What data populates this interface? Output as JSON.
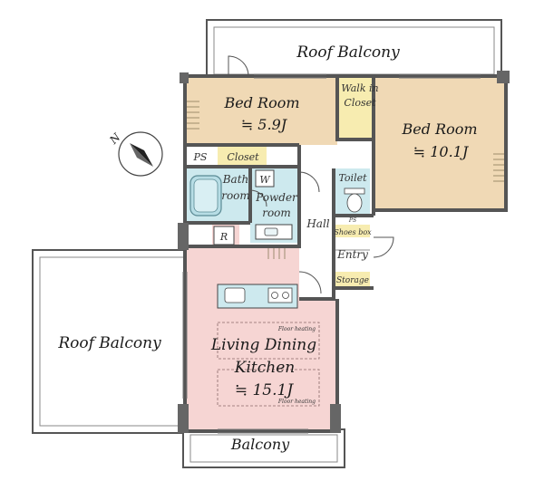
{
  "rooms": {
    "roof_balcony_top": "Roof  Balcony",
    "roof_balcony_left": "Roof  Balcony",
    "balcony_bottom": "Balcony",
    "bedroom_left": "Bed Room",
    "bedroom_left_size": "≒ 5.9J",
    "walk_in_closet_1": "Walk in",
    "walk_in_closet_2": "Closet",
    "bedroom_right": "Bed Room",
    "bedroom_right_size": "≒ 10.1J",
    "ps_top": "PS",
    "closet": "Closet",
    "bath_1": "Bath",
    "bath_2": "room",
    "washer": "W",
    "powder_1": "Powder",
    "powder_2": "room",
    "hall": "Hall",
    "toilet": "Toilet",
    "ps_small": "PS",
    "shoes_box": "Shoes box",
    "entry": "Entry",
    "storage": "Storage",
    "refrigerator": "R",
    "ldk_1": "Living Dining",
    "ldk_2": "Kitchen",
    "ldk_size": "≒ 15.1J",
    "floor_heating_1": "Floor heating",
    "floor_heating_2": "Floor heating"
  },
  "compass": {
    "label": "N"
  },
  "colors": {
    "bedroom": "#f0d9b5",
    "closet": "#f7ecb0",
    "wet": "#cde9ee",
    "ldk": "#f6d5d3",
    "wall": "#555555"
  }
}
